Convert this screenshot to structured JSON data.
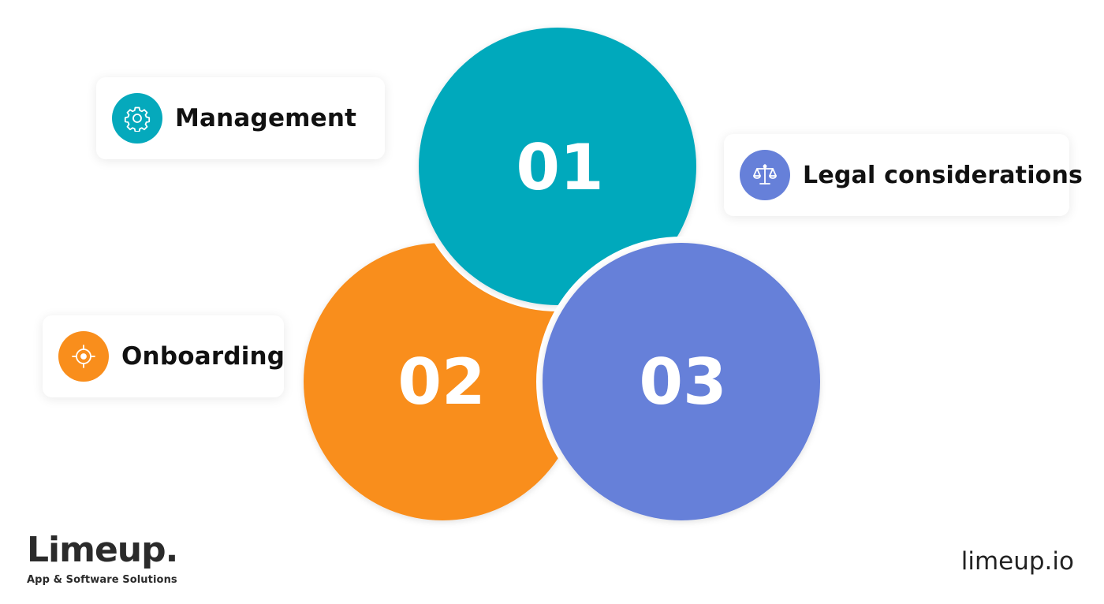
{
  "steps": [
    {
      "number": "01",
      "label": "Management",
      "icon": "gear-icon",
      "color": "#05A9BC"
    },
    {
      "number": "02",
      "label": "Onboarding",
      "icon": "target-icon",
      "color": "#F98E1C"
    },
    {
      "number": "03",
      "label": "Legal considerations",
      "icon": "scales-icon",
      "color": "#6680D9"
    }
  ],
  "brand": {
    "name": "Limeup.",
    "tagline": "App & Software Solutions"
  },
  "footer": {
    "website": "limeup.io"
  },
  "colors": {
    "teal": "#05A9BC",
    "orange": "#F98E1C",
    "blue": "#6680D9",
    "text": "#111111",
    "background": "#FFFFFF"
  }
}
